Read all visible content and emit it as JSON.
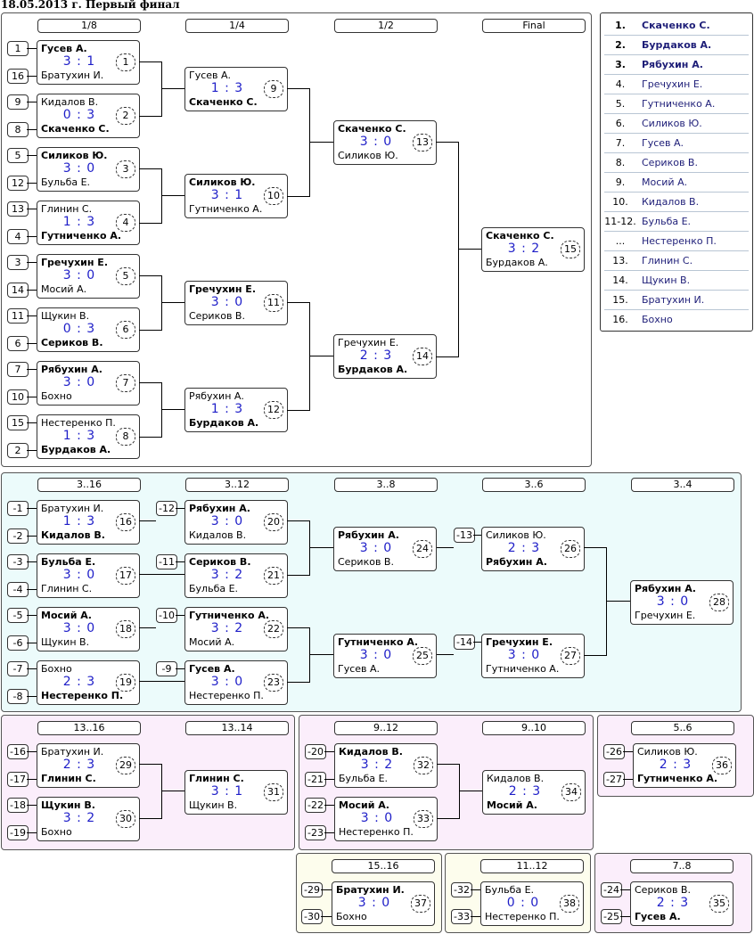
{
  "title": "18.05.2013 г. Первый финал",
  "colors": {
    "score": "#1e1ec8",
    "main_panel_bg": "#ffffff",
    "consolation_panel_bg": "#ecfbfb",
    "lower_panel_bg": "#fbeefb",
    "bottom_panel_bg": "#fdfded",
    "standings_name": "#1e1e78"
  },
  "standings": [
    {
      "place": "1.",
      "name": "Скаченко С."
    },
    {
      "place": "2.",
      "name": "Бурдаков А."
    },
    {
      "place": "3.",
      "name": "Рябухин А."
    },
    {
      "place": "4.",
      "name": "Гречухин Е."
    },
    {
      "place": "5.",
      "name": "Гутниченко А."
    },
    {
      "place": "6.",
      "name": "Силиков Ю."
    },
    {
      "place": "7.",
      "name": "Гусев А."
    },
    {
      "place": "8.",
      "name": "Сериков В."
    },
    {
      "place": "9.",
      "name": "Мосий А."
    },
    {
      "place": "10.",
      "name": "Кидалов В."
    },
    {
      "place": "11-12.",
      "name": "Бульба Е."
    },
    {
      "place": "...",
      "name": "Нестеренко П."
    },
    {
      "place": "13.",
      "name": "Глинин С."
    },
    {
      "place": "14.",
      "name": "Щукин В."
    },
    {
      "place": "15.",
      "name": "Братухин И."
    },
    {
      "place": "16.",
      "name": "Бохно"
    }
  ],
  "rounds": [
    {
      "label": "1/8"
    },
    {
      "label": "1/4"
    },
    {
      "label": "1/2"
    },
    {
      "label": "Final"
    },
    {
      "label": "3..16"
    },
    {
      "label": "3..12"
    },
    {
      "label": "3..8"
    },
    {
      "label": "3..6"
    },
    {
      "label": "3..4"
    },
    {
      "label": "13..16"
    },
    {
      "label": "13..14"
    },
    {
      "label": "9..12"
    },
    {
      "label": "9..10"
    },
    {
      "label": "5..6"
    },
    {
      "label": "15..16"
    },
    {
      "label": "11..12"
    },
    {
      "label": "7..8"
    }
  ],
  "seeds": [
    {
      "label": "1"
    },
    {
      "label": "16"
    },
    {
      "label": "9"
    },
    {
      "label": "8"
    },
    {
      "label": "5"
    },
    {
      "label": "12"
    },
    {
      "label": "13"
    },
    {
      "label": "4"
    },
    {
      "label": "3"
    },
    {
      "label": "14"
    },
    {
      "label": "11"
    },
    {
      "label": "6"
    },
    {
      "label": "7"
    },
    {
      "label": "10"
    },
    {
      "label": "15"
    },
    {
      "label": "2"
    },
    {
      "label": "-1"
    },
    {
      "label": "-2"
    },
    {
      "label": "-3"
    },
    {
      "label": "-4"
    },
    {
      "label": "-5"
    },
    {
      "label": "-6"
    },
    {
      "label": "-7"
    },
    {
      "label": "-8"
    },
    {
      "label": "-12"
    },
    {
      "label": "-11"
    },
    {
      "label": "-10"
    },
    {
      "label": "-9"
    },
    {
      "label": "-13"
    },
    {
      "label": "-14"
    },
    {
      "label": "-16"
    },
    {
      "label": "-17"
    },
    {
      "label": "-18"
    },
    {
      "label": "-19"
    },
    {
      "label": "-20"
    },
    {
      "label": "-21"
    },
    {
      "label": "-22"
    },
    {
      "label": "-23"
    },
    {
      "label": "-26"
    },
    {
      "label": "-27"
    },
    {
      "label": "-29"
    },
    {
      "label": "-30"
    },
    {
      "label": "-32"
    },
    {
      "label": "-33"
    },
    {
      "label": "-24"
    },
    {
      "label": "-25"
    }
  ],
  "matches": [
    {
      "no": "1",
      "p1": "Гусев А.",
      "p2": "Братухин И.",
      "score": "3 : 1",
      "winner": 1
    },
    {
      "no": "2",
      "p1": "Кидалов В.",
      "p2": "Скаченко С.",
      "score": "0 : 3",
      "winner": 2
    },
    {
      "no": "3",
      "p1": "Силиков Ю.",
      "p2": "Бульба Е.",
      "score": "3 : 0",
      "winner": 1
    },
    {
      "no": "4",
      "p1": "Глинин С.",
      "p2": "Гутниченко А.",
      "score": "1 : 3",
      "winner": 2
    },
    {
      "no": "5",
      "p1": "Гречухин Е.",
      "p2": "Мосий А.",
      "score": "3 : 0",
      "winner": 1
    },
    {
      "no": "6",
      "p1": "Щукин В.",
      "p2": "Сериков В.",
      "score": "0 : 3",
      "winner": 2
    },
    {
      "no": "7",
      "p1": "Рябухин А.",
      "p2": "Бохно",
      "score": "3 : 0",
      "winner": 1
    },
    {
      "no": "8",
      "p1": "Нестеренко П.",
      "p2": "Бурдаков А.",
      "score": "1 : 3",
      "winner": 2
    },
    {
      "no": "9",
      "p1": "Гусев А.",
      "p2": "Скаченко С.",
      "score": "1 : 3",
      "winner": 2
    },
    {
      "no": "10",
      "p1": "Силиков Ю.",
      "p2": "Гутниченко А.",
      "score": "3 : 1",
      "winner": 1
    },
    {
      "no": "11",
      "p1": "Гречухин Е.",
      "p2": "Сериков В.",
      "score": "3 : 0",
      "winner": 1
    },
    {
      "no": "12",
      "p1": "Рябухин А.",
      "p2": "Бурдаков А.",
      "score": "1 : 3",
      "winner": 2
    },
    {
      "no": "13",
      "p1": "Скаченко С.",
      "p2": "Силиков Ю.",
      "score": "3 : 0",
      "winner": 1
    },
    {
      "no": "14",
      "p1": "Гречухин Е.",
      "p2": "Бурдаков А.",
      "score": "2 : 3",
      "winner": 2
    },
    {
      "no": "15",
      "p1": "Скаченко С.",
      "p2": "Бурдаков А.",
      "score": "3 : 2",
      "winner": 1
    },
    {
      "no": "16",
      "p1": "Братухин И.",
      "p2": "Кидалов В.",
      "score": "1 : 3",
      "winner": 2
    },
    {
      "no": "17",
      "p1": "Бульба Е.",
      "p2": "Глинин С.",
      "score": "3 : 0",
      "winner": 1
    },
    {
      "no": "18",
      "p1": "Мосий А.",
      "p2": "Щукин В.",
      "score": "3 : 0",
      "winner": 1
    },
    {
      "no": "19",
      "p1": "Бохно",
      "p2": "Нестеренко П.",
      "score": "2 : 3",
      "winner": 2
    },
    {
      "no": "20",
      "p1": "Рябухин А.",
      "p2": "Кидалов В.",
      "score": "3 : 0",
      "winner": 1
    },
    {
      "no": "21",
      "p1": "Сериков В.",
      "p2": "Бульба Е.",
      "score": "3 : 2",
      "winner": 1
    },
    {
      "no": "22",
      "p1": "Гутниченко А.",
      "p2": "Мосий А.",
      "score": "3 : 2",
      "winner": 1
    },
    {
      "no": "23",
      "p1": "Гусев А.",
      "p2": "Нестеренко П.",
      "score": "3 : 0",
      "winner": 1
    },
    {
      "no": "24",
      "p1": "Рябухин А.",
      "p2": "Сериков В.",
      "score": "3 : 0",
      "winner": 1
    },
    {
      "no": "25",
      "p1": "Гутниченко А.",
      "p2": "Гусев А.",
      "score": "3 : 0",
      "winner": 1
    },
    {
      "no": "26",
      "p1": "Силиков Ю.",
      "p2": "Рябухин А.",
      "score": "2 : 3",
      "winner": 2
    },
    {
      "no": "27",
      "p1": "Гречухин Е.",
      "p2": "Гутниченко А.",
      "score": "3 : 0",
      "winner": 1
    },
    {
      "no": "28",
      "p1": "Рябухин А.",
      "p2": "Гречухин Е.",
      "score": "3 : 0",
      "winner": 1
    },
    {
      "no": "29",
      "p1": "Братухин И.",
      "p2": "Глинин С.",
      "score": "2 : 3",
      "winner": 2
    },
    {
      "no": "30",
      "p1": "Щукин В.",
      "p2": "Бохно",
      "score": "3 : 2",
      "winner": 1
    },
    {
      "no": "31",
      "p1": "Глинин С.",
      "p2": "Щукин В.",
      "score": "3 : 1",
      "winner": 1
    },
    {
      "no": "32",
      "p1": "Кидалов В.",
      "p2": "Бульба Е.",
      "score": "3 : 2",
      "winner": 1
    },
    {
      "no": "33",
      "p1": "Мосий А.",
      "p2": "Нестеренко П.",
      "score": "3 : 0",
      "winner": 1
    },
    {
      "no": "34",
      "p1": "Кидалов В.",
      "p2": "Мосий А.",
      "score": "2 : 3",
      "winner": 2
    },
    {
      "no": "36",
      "p1": "Силиков Ю.",
      "p2": "Гутниченко А.",
      "score": "2 : 3",
      "winner": 2
    },
    {
      "no": "37",
      "p1": "Братухин И.",
      "p2": "Бохно",
      "score": "3 : 0",
      "winner": 1
    },
    {
      "no": "38",
      "p1": "Бульба Е.",
      "p2": "Нестеренко П.",
      "score": "0 : 0",
      "winner": 0
    },
    {
      "no": "35",
      "p1": "Сериков В.",
      "p2": "Гусев А.",
      "score": "2 : 3",
      "winner": 2
    }
  ]
}
